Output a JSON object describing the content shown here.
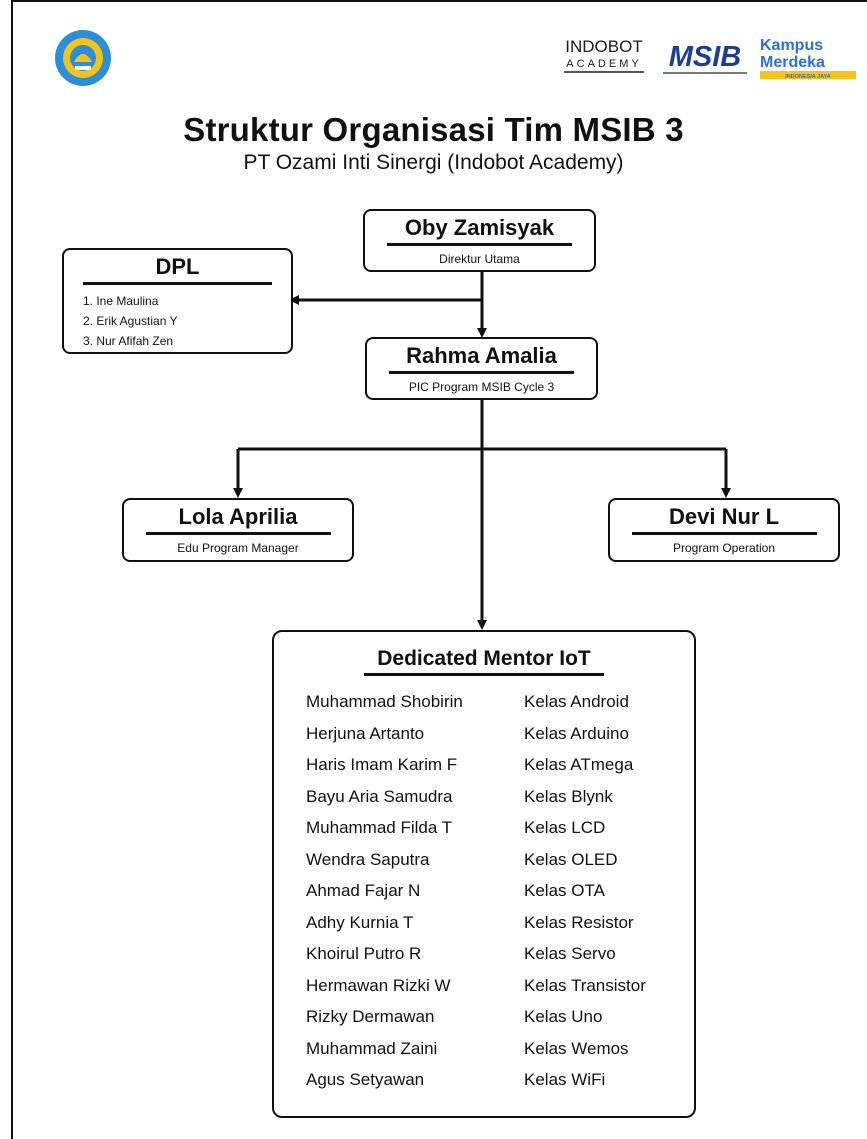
{
  "header": {
    "title": "Struktur Organisasi Tim MSIB 3",
    "subtitle": "PT Ozami Inti Sinergi (Indobot Academy)",
    "logos": {
      "indobot_top": "INDOBOT",
      "indobot_bottom": "ACADEMY",
      "msib": "MSIB",
      "kampus_top": "Kampus",
      "kampus_bottom": "Merdeka",
      "kampus_tag": "INDONESIA JAYA"
    }
  },
  "director": {
    "name": "Oby Zamisyak",
    "role": "Direktur Utama"
  },
  "dpl": {
    "title": "DPL",
    "members": [
      "1. Ine Maulina",
      "2. Erik Agustian Y",
      "3. Nur Afifah Zen"
    ]
  },
  "pic": {
    "name": "Rahma Amalia",
    "role": "PIC Program MSIB Cycle 3"
  },
  "edu": {
    "name": "Lola Aprilia",
    "role": "Edu Program Manager"
  },
  "ops": {
    "name": "Devi Nur L",
    "role": "Program Operation"
  },
  "mentors": {
    "title": "Dedicated Mentor IoT",
    "rows": [
      {
        "mentor": "Muhammad Shobirin",
        "kelas": "Kelas Android"
      },
      {
        "mentor": "Herjuna Artanto",
        "kelas": "Kelas Arduino"
      },
      {
        "mentor": "Haris Imam Karim F",
        "kelas": "Kelas ATmega"
      },
      {
        "mentor": "Bayu Aria Samudra",
        "kelas": "Kelas Blynk"
      },
      {
        "mentor": "Muhammad Filda T",
        "kelas": "Kelas LCD"
      },
      {
        "mentor": "Wendra Saputra",
        "kelas": "Kelas OLED"
      },
      {
        "mentor": "Ahmad Fajar N",
        "kelas": "Kelas OTA"
      },
      {
        "mentor": "Adhy Kurnia T",
        "kelas": "Kelas Resistor"
      },
      {
        "mentor": "Khoirul Putro R",
        "kelas": "Kelas Servo"
      },
      {
        "mentor": "Hermawan Rizki W",
        "kelas": "Kelas Transistor"
      },
      {
        "mentor": "Rizky Dermawan",
        "kelas": "Kelas Uno"
      },
      {
        "mentor": "Muhammad Zaini",
        "kelas": "Kelas Wemos"
      },
      {
        "mentor": "Agus Setyawan",
        "kelas": "Kelas WiFi"
      }
    ]
  },
  "colors": {
    "ink": "#111111",
    "tutwuri_blue": "#2a8fd8",
    "tutwuri_yellow": "#f4c21b",
    "msib_blue": "#1d3f93",
    "kampus_blue": "#2f6fd6",
    "kampus_yellow": "#f6c31c"
  }
}
